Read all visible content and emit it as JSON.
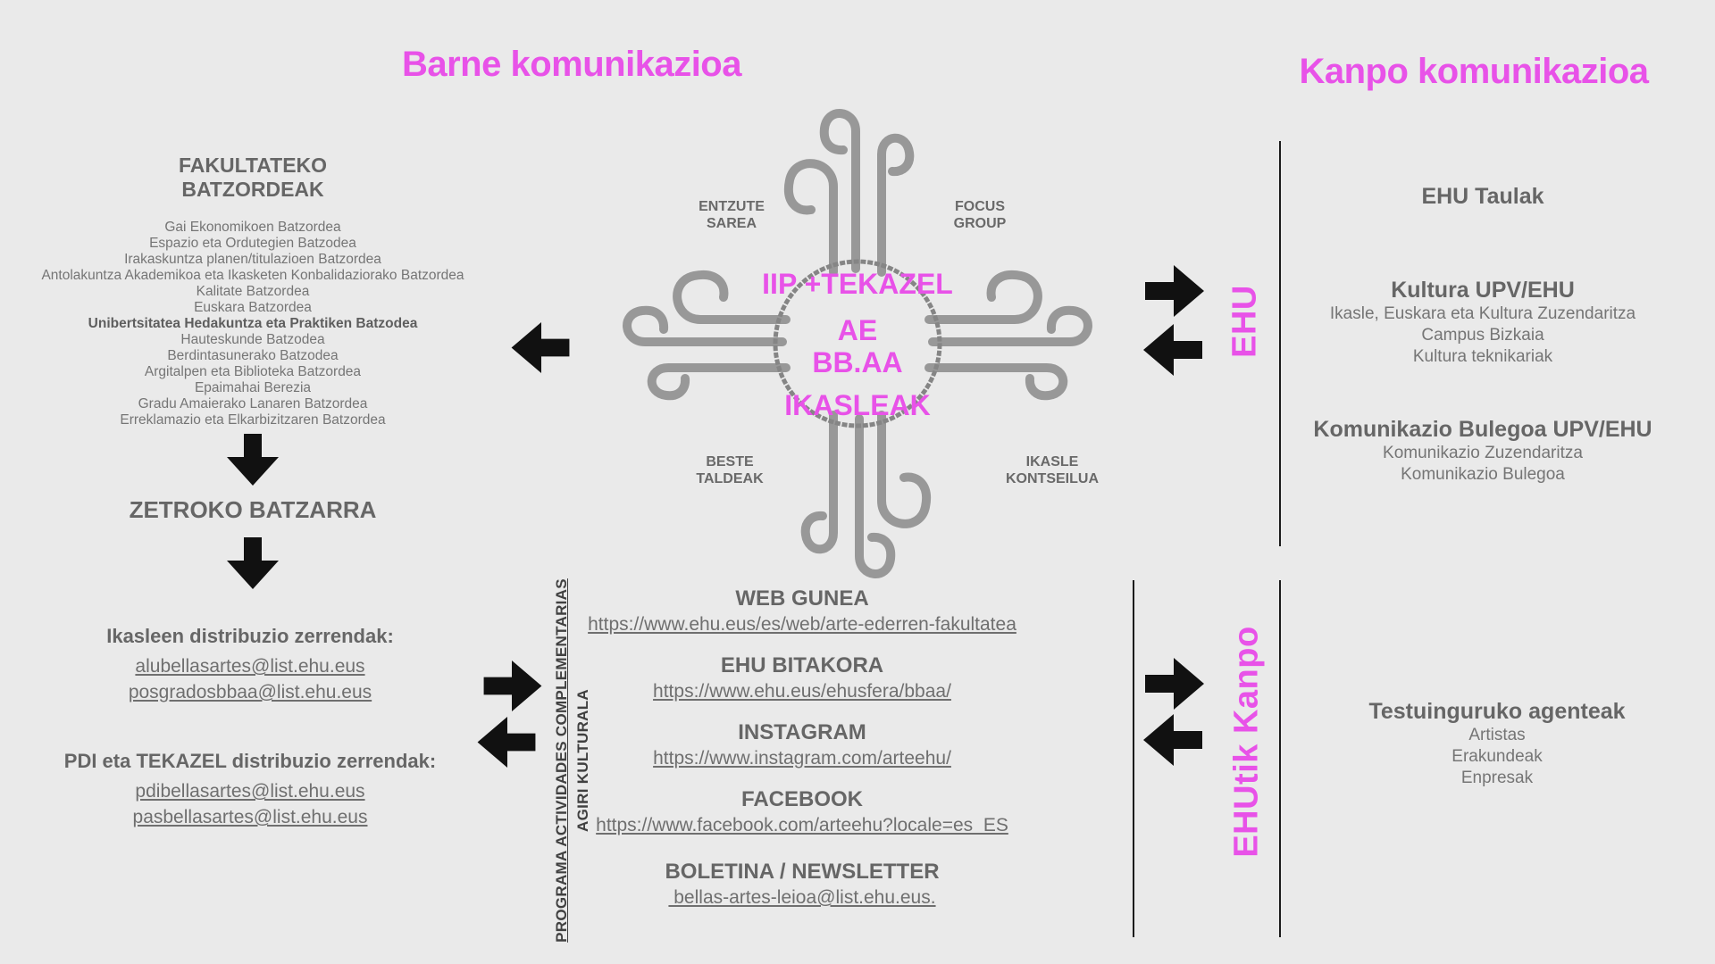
{
  "colors": {
    "accent_magenta": "#e852e8",
    "text_gray": "#757575",
    "heading_gray": "#666666",
    "arrow_black": "#111111",
    "background": "#eaeaea"
  },
  "titles": {
    "left": "Barne komunikazioa",
    "right": "Kanpo komunikazioa"
  },
  "left_column": {
    "committees_title": "FAKULTATEKO\nBATZORDEAK",
    "committees": [
      "Gai Ekonomikoen Batzordea",
      "Espazio eta Ordutegien Batzodea",
      "Irakaskuntza planen/titulazioen Batzordea",
      "Antolakuntza Akademikoa eta Ikasketen Konbalidaziorako Batzordea",
      "Kalitate Batzordea",
      "Euskara Batzordea",
      "Unibertsitatea Hedakuntza eta Praktiken Batzodea",
      "Hauteskunde Batzodea",
      "Berdintasunerako Batzodea",
      "Argitalpen eta Biblioteka Batzordea",
      "Epaimahai Berezia",
      "Gradu Amaierako Lanaren Batzordea",
      "Erreklamazio eta Elkarbizitzaren Batzordea"
    ],
    "assembly": "ZETROKO BATZARRA",
    "student_lists": {
      "title": "Ikasleen distribuzio zerrendak:",
      "emails": [
        "alubellasartes@list.ehu.eus",
        "posgradosbbaa@list.ehu.eus"
      ]
    },
    "staff_lists": {
      "title": "PDI eta TEKAZEL distribuzio zerrendak:",
      "emails": [
        "pdibellasartes@list.ehu.eus",
        "pasbellasartes@list.ehu.eus"
      ]
    }
  },
  "center": {
    "hub_lines": [
      "IIP +TEKAZEL",
      "AE",
      "BB.AA",
      "IKASLEAK"
    ],
    "corner_labels": {
      "top_left": "ENTZUTE\nSAREA",
      "top_right": "FOCUS\nGROUP",
      "bottom_left": "BESTE\nTALDEAK",
      "bottom_right": "IKASLE\nKONTSEILUA"
    }
  },
  "channels": {
    "vertical_labels": {
      "outer": "PROGRAMA ACTIVIDADES COMPLEMENTARIAS",
      "inner": "AGIRI KULTURALA"
    },
    "items": [
      {
        "label": "WEB GUNEA",
        "link": "https://www.ehu.eus/es/web/arte-ederren-fakultatea"
      },
      {
        "label": "EHU BITAKORA",
        "link": "https://www.ehu.eus/ehusfera/bbaa/"
      },
      {
        "label": "INSTAGRAM",
        "link": "https://www.instagram.com/arteehu/"
      },
      {
        "label": "FACEBOOK",
        "link": "https://www.facebook.com/arteehu?locale=es_ES"
      },
      {
        "label": "BOLETINA / NEWSLETTER",
        "link": " bellas-artes-leioa@list.ehu.eus."
      }
    ]
  },
  "right_column": {
    "ehu_label": "EHU",
    "ehutik_label": "EHUtik Kanpo",
    "groups": [
      {
        "title": "EHU Taulak"
      },
      {
        "title": "Kultura UPV/EHU",
        "lines": "Ikasle, Euskara eta Kultura Zuzendaritza\nCampus Bizkaia\nKultura teknikariak"
      },
      {
        "title": "Komunikazio Bulegoa UPV/EHU",
        "lines": "Komunikazio Zuzendaritza\nKomunikazio Bulegoa"
      },
      {
        "title": "Testuinguruko agenteak",
        "lines": "Artistas\nErakundeak\nEnpresak"
      }
    ]
  }
}
